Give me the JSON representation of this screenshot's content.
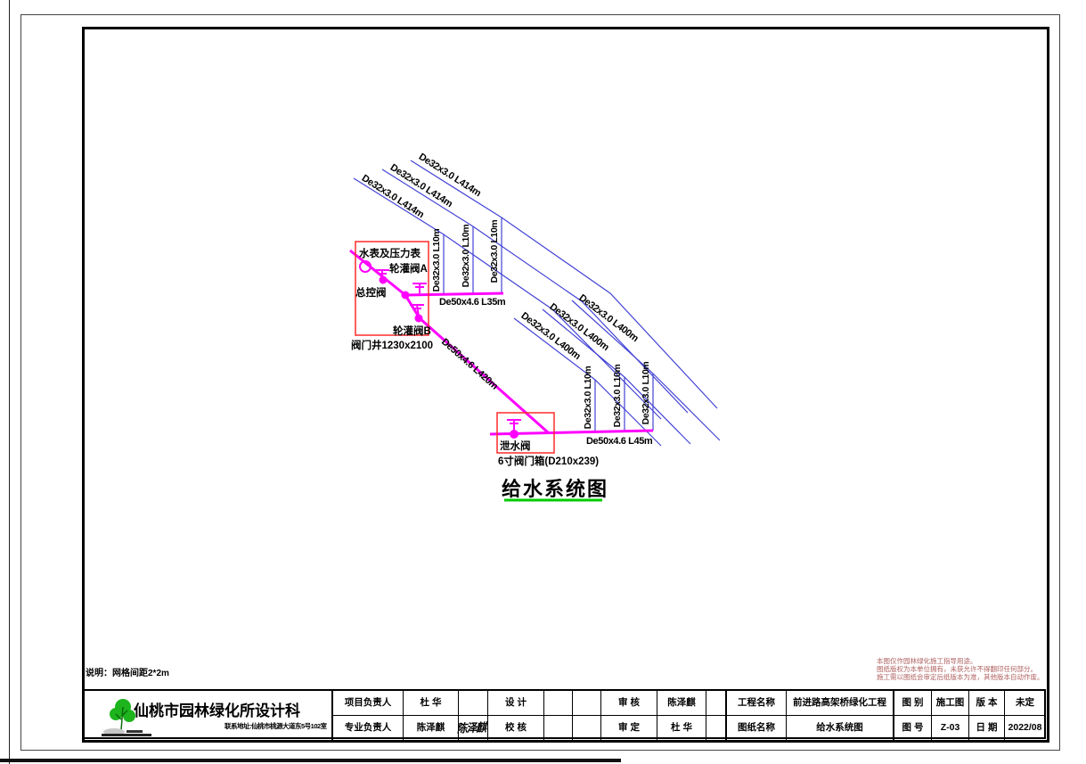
{
  "diagram": {
    "title": "给水系统图",
    "grid_note": "说明：网格间距2*2m",
    "pipes": {
      "lateral_top": "De32x3.0 L414m",
      "lateral_bottom": "De32x3.0 L400m",
      "riser": "De32x3.0 L10m",
      "branch_top": "De50x4.6 L35m",
      "main": "De50x4.6 L420m",
      "branch_bottom": "De50x4.6 L45m"
    },
    "components": {
      "water_meter": "水表及压力表",
      "valve_a": "轮灌阀A",
      "main_valve": "总控阀",
      "valve_b": "轮灌阀B",
      "valve_well": "阀门井1230x2100",
      "drain_valve": "泄水阀",
      "valve_box": "6寸阀门箱(D210x239)"
    }
  },
  "notes_right": [
    "本图仅作园林绿化施工指导用途。",
    "图纸版权为本单位拥有，未获允许不得翻印任何部分。",
    "施工需以图纸会审定后纸版本为准，其他版本自动作废。"
  ],
  "titleblock": {
    "company": "仙桃市园林绿化所设计科",
    "address": "联系地址:仙桃市桃源大道东5号102室",
    "project_lead_label": "项目负责人",
    "project_lead": "杜  华",
    "pro_lead_label": "专业负责人",
    "pro_lead": "陈泽麒",
    "signature": "陈泽麒",
    "design_label": "设  计",
    "check_label": "校  核",
    "review_label": "审  核",
    "reviewer": "陈泽麒",
    "approve_label": "审  定",
    "approver": "杜  华",
    "project_name_label": "工程名称",
    "project_name": "前进路高架桥绿化工程",
    "drawing_name_label": "图纸名称",
    "drawing_name": "给水系统图",
    "category_label": "图  别",
    "category": "施工图",
    "version_label": "版  本",
    "version": "未定",
    "number_label": "图  号",
    "number": "Z-03",
    "date_label": "日  期",
    "date": "2022/08"
  },
  "colors": {
    "pipe_main": "#ff00ff",
    "pipe_lateral": "#4343d6",
    "well_box": "#ff2a2a",
    "title_underline": "#00cc00",
    "note_red": "#b06060",
    "logo_green": "#1db41d"
  }
}
